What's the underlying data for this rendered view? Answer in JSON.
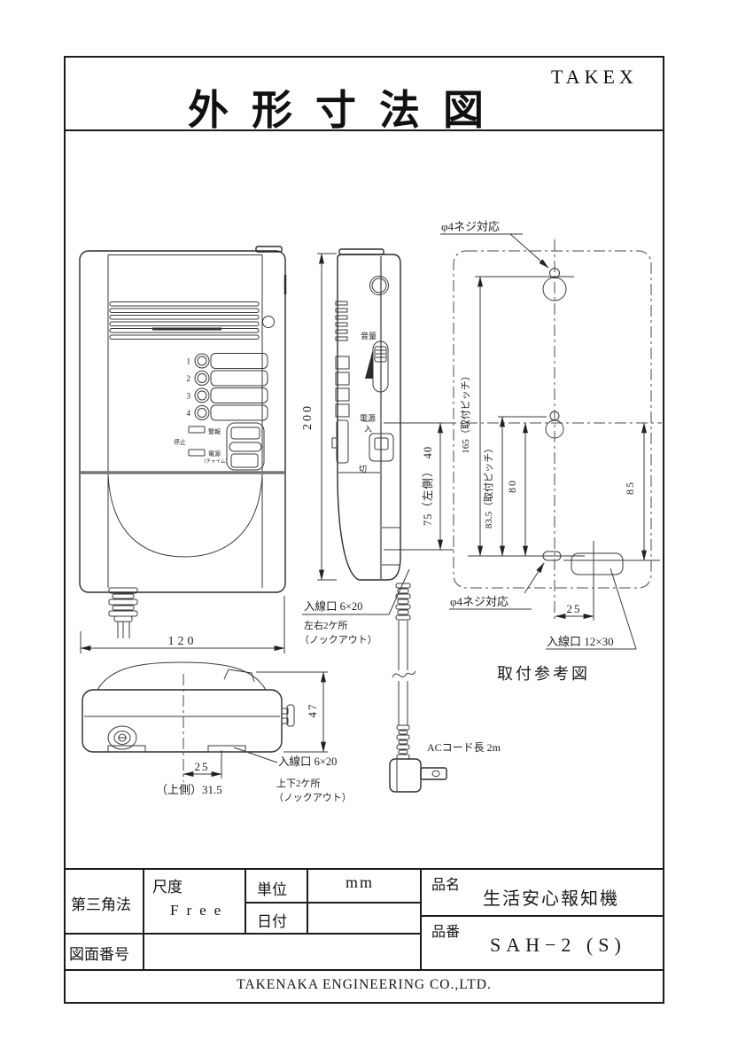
{
  "header": {
    "brand": "TAKEX",
    "title": "外形寸法図"
  },
  "front": {
    "leds": [
      "1",
      "2",
      "3",
      "4"
    ],
    "alarm": "警報",
    "stop": "停止",
    "power": "電源",
    "chime": "（チャイム）",
    "width": "120"
  },
  "side": {
    "height": "200",
    "volume": "音量",
    "power": "電源",
    "on": "入",
    "off": "切",
    "side_dims": "75（左側）　40"
  },
  "cord": {
    "length": "ACコード長 2m"
  },
  "knockout_side": {
    "l1": "入線口 6×20",
    "l2": "左右2ケ所",
    "l3": "（ノックアウト）"
  },
  "knockout_bottom": {
    "l1": "入線口 6×20",
    "l2": "上下2ケ所",
    "l3": "（ノックアウト）"
  },
  "bottom": {
    "height": "47",
    "p25": "25",
    "offset": "（上側）31.5"
  },
  "mount": {
    "screw_top": "φ4ネジ対応",
    "screw_bottom": "φ4ネジ対応",
    "pitch165": "165（取付ピッチ）",
    "pitch835": "83.5（取付ピッチ）",
    "d80": "80",
    "d85": "85",
    "d25": "25",
    "entry": "入線口 12×30",
    "caption": "取付参考図"
  },
  "titleblock": {
    "projection": "第三角法",
    "scale_label": "尺度",
    "scale_value": "Free",
    "unit_label": "単位",
    "unit_value": "mm",
    "date_label": "日付",
    "drawing_no_label": "図面番号",
    "product_label": "品名",
    "product_value": "生活安心報知機",
    "model_label": "品番",
    "model_value": "SAH−2 (S)",
    "company": "TAKENAKA ENGINEERING CO.,LTD."
  }
}
